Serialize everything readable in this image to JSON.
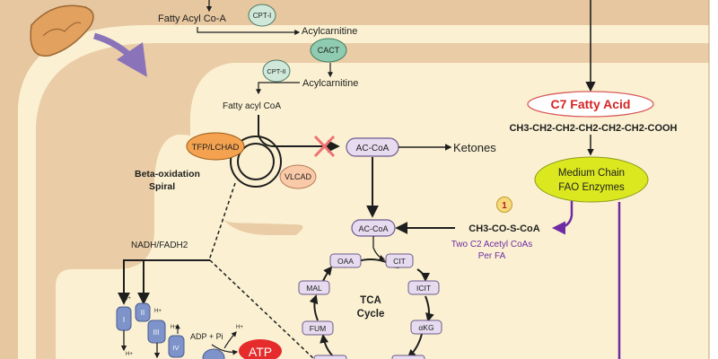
{
  "colors": {
    "membrane_outer": "#e6c79f",
    "matrix": "#fbf1d2",
    "purple_node": "#e6dbef",
    "purple_stroke": "#6d5a8e",
    "complex_blue": "#7d93c9",
    "arrow_purple": "#6f2ba3",
    "green_enzyme": "#dbe81f",
    "orange_enzyme": "#f4a24f",
    "peach_enzyme": "#f9c9a8",
    "teal_node": "#8fcbb0",
    "atp_red": "#e52b2b",
    "mito_orange": "#e2a15e",
    "inhibit_red": "#ee7272"
  },
  "labels": {
    "fatty_acyl_coa_top": "Fatty Acyl Co-A",
    "cpt1": "CPT-I",
    "acylcarnitine_1": "Acylcarnitine",
    "cact": "CACT",
    "cpt2": "CPT-II",
    "acylcarnitine_2": "Acylcarnitine",
    "fatty_acyl_coa_matrix": "Fatty acyl CoA",
    "tfp_lchad": "TFP/LCHAD",
    "vlcad": "VLCAD",
    "beta_ox_line1": "Beta-oxidation",
    "beta_ox_line2": "Spiral",
    "ac_coa_1": "AC-CoA",
    "ketones": "Ketones",
    "ac_coa_2": "AC-CoA",
    "c7_fatty_acid": "C7 Fatty Acid",
    "formula": "CH3-CH2-CH2-CH2-CH2-CH2-COOH",
    "mcfao_line1": "Medium Chain",
    "mcfao_line2": "FAO Enzymes",
    "step_number": "1",
    "acetyl_formula": "CH3-CO-S-CoA",
    "two_c2_line1": "Two C2 Acetyl CoAs",
    "two_c2_line2": "Per FA",
    "nadh_fadh": "NADH/FADH2",
    "tca_line1": "TCA",
    "tca_line2": "Cycle",
    "oaa": "OAA",
    "cit": "CIT",
    "icit": "ICIT",
    "akg": "αKG",
    "mal": "MAL",
    "fum": "FUM",
    "complex_1": "I",
    "complex_2": "II",
    "complex_3": "III",
    "complex_4": "IV",
    "proton_label": "H+",
    "adp_pi": "ADP + Pi",
    "atp": "ATP"
  }
}
